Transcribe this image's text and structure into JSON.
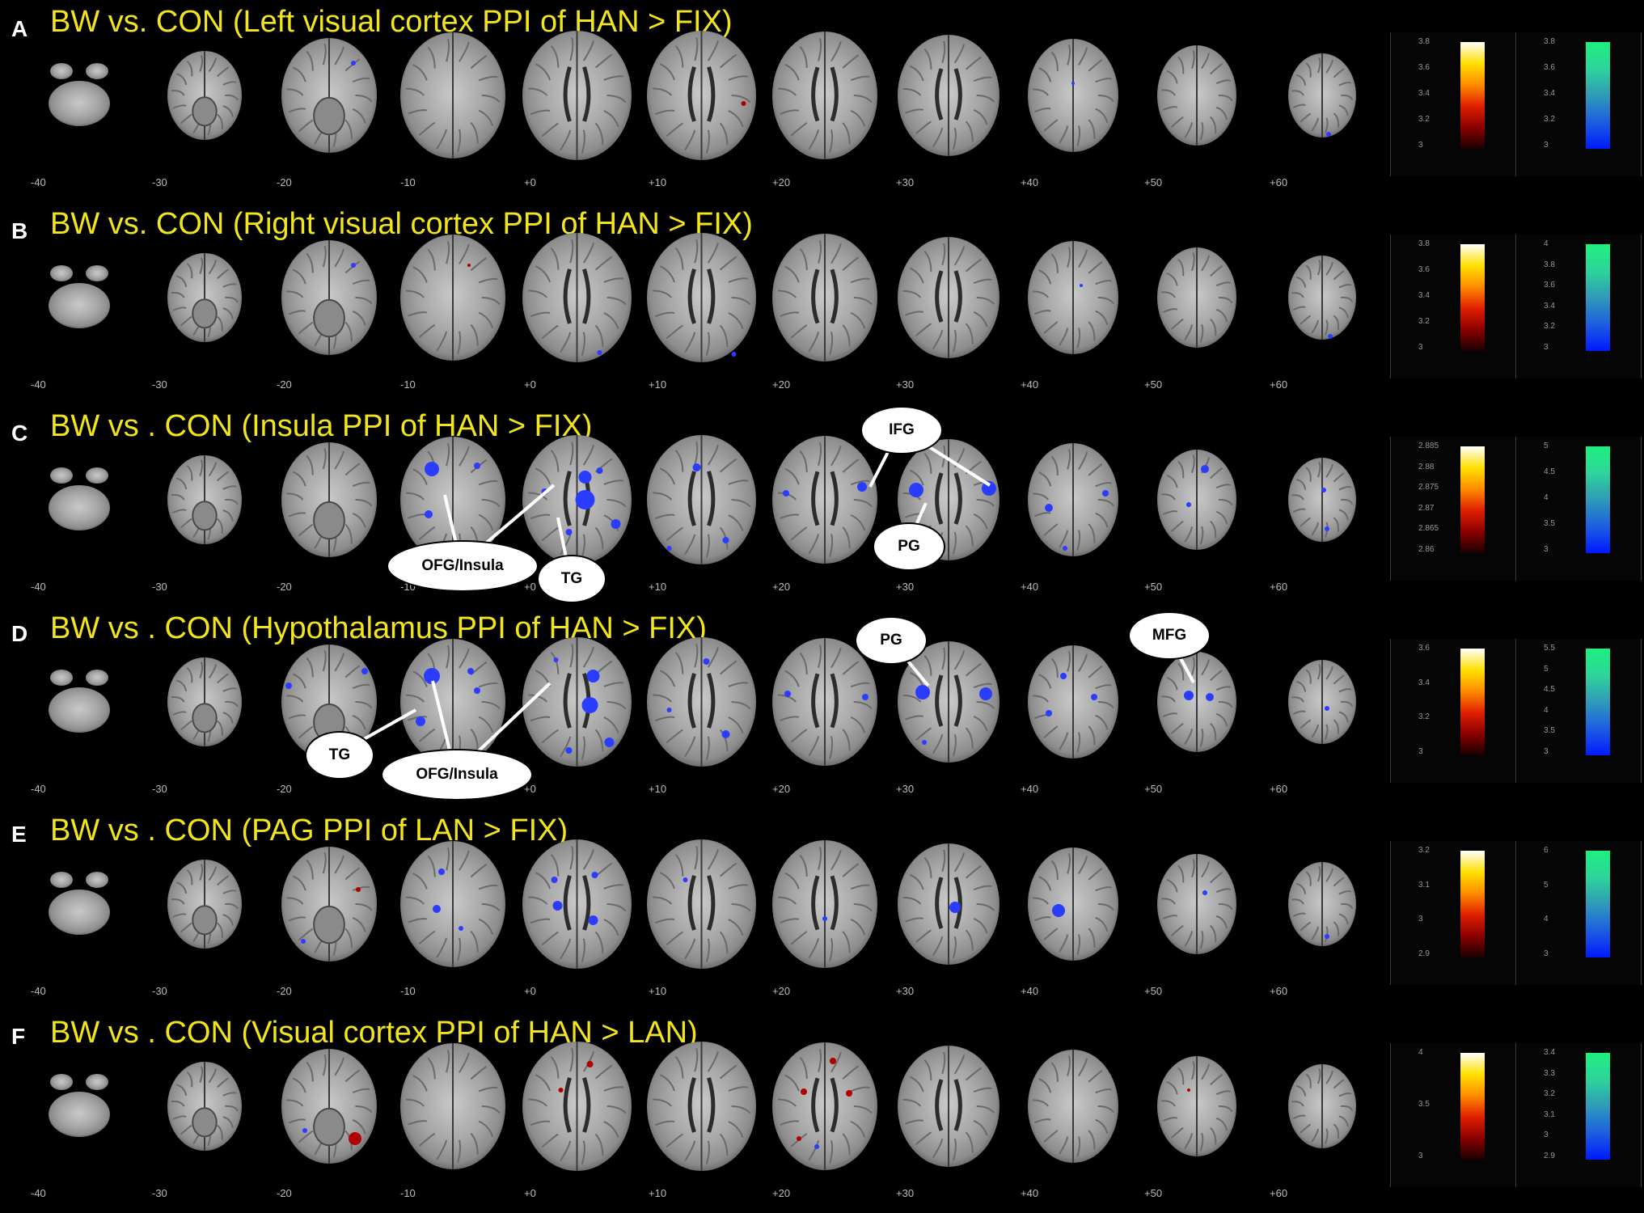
{
  "slice_labels": [
    "-40",
    "-30",
    "-20",
    "-10",
    "+0",
    "+10",
    "+20",
    "+30",
    "+40",
    "+50",
    "+60"
  ],
  "colors": {
    "title": "#f2e51a",
    "hot_map": [
      "#1a0000",
      "#8b0000",
      "#e02000",
      "#ff8c00",
      "#ffe000",
      "#ffffff"
    ],
    "cool_map": [
      "#0019ff",
      "#1d5ee0",
      "#2f9ab8",
      "#2ed49a",
      "#1ef07e"
    ]
  },
  "panels": [
    {
      "letter": "A",
      "title": "BW vs. CON (Left visual cortex PPI of HAN > FIX)",
      "hot_ticks": [
        "3.8",
        "3.6",
        "3.4",
        "3.2",
        "3"
      ],
      "cool_ticks": [
        "3.8",
        "3.6",
        "3.4",
        "3.2",
        "3"
      ],
      "callouts": []
    },
    {
      "letter": "B",
      "title": "BW vs. CON (Right visual cortex PPI of HAN > FIX)",
      "hot_ticks": [
        "3.8",
        "3.6",
        "3.4",
        "3.2",
        "3"
      ],
      "cool_ticks": [
        "4",
        "3.8",
        "3.6",
        "3.4",
        "3.2",
        "3"
      ],
      "callouts": []
    },
    {
      "letter": "C",
      "title": "BW vs . CON (Insula PPI of HAN > FIX)",
      "hot_ticks": [
        "2.885",
        "2.88",
        "2.875",
        "2.87",
        "2.865",
        "2.86"
      ],
      "cool_ticks": [
        "5",
        "4.5",
        "4",
        "3.5",
        "3"
      ],
      "callouts": [
        "IFG",
        "OFG/Insula",
        "TG",
        "PG"
      ]
    },
    {
      "letter": "D",
      "title": "BW vs . CON (Hypothalamus PPI of HAN > FIX)",
      "hot_ticks": [
        "3.6",
        "3.4",
        "3.2",
        "3"
      ],
      "cool_ticks": [
        "5.5",
        "5",
        "4.5",
        "4",
        "3.5",
        "3"
      ],
      "callouts": [
        "PG",
        "MFG",
        "TG",
        "OFG/Insula"
      ]
    },
    {
      "letter": "E",
      "title": "BW vs . CON (PAG PPI of LAN > FIX)",
      "hot_ticks": [
        "3.2",
        "3.1",
        "3",
        "2.9"
      ],
      "cool_ticks": [
        "6",
        "5",
        "4",
        "3"
      ],
      "callouts": []
    },
    {
      "letter": "F",
      "title": "BW vs . CON (Visual cortex PPI of HAN > LAN)",
      "hot_ticks": [
        "4",
        "3.5",
        "3"
      ],
      "cool_ticks": [
        "3.4",
        "3.3",
        "3.2",
        "3.1",
        "3",
        "2.9"
      ],
      "callouts": []
    }
  ]
}
